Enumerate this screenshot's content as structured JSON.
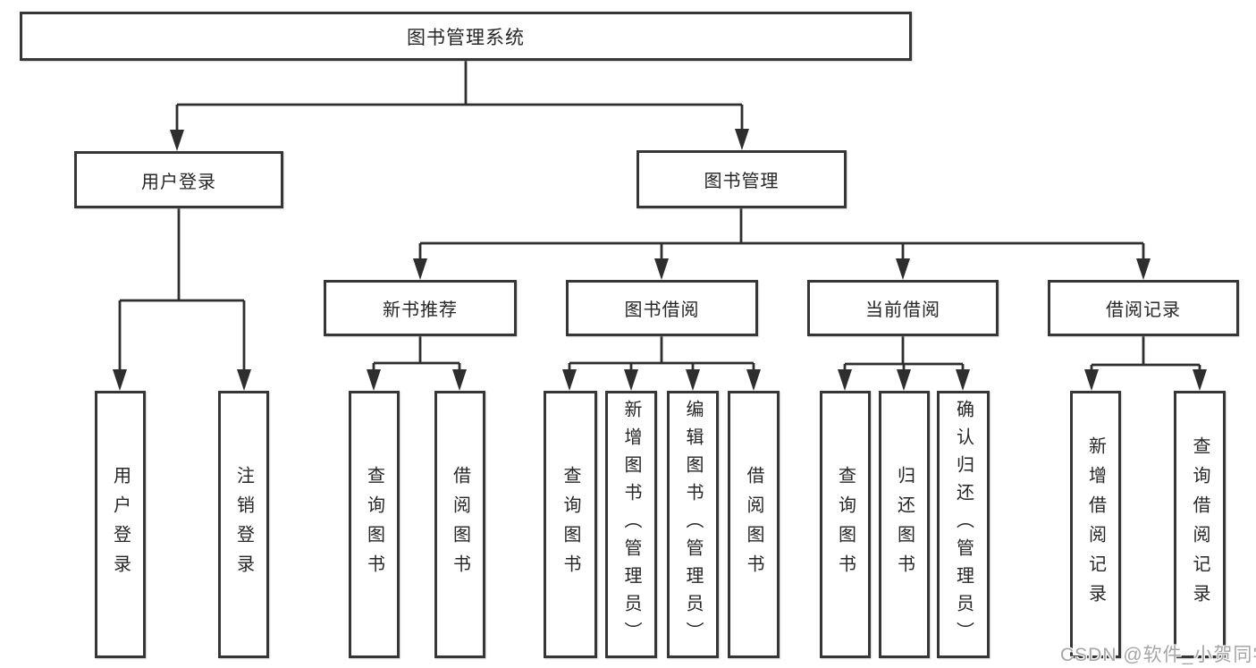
{
  "diagram": {
    "root": {
      "label": "图书管理系统"
    },
    "branches": [
      {
        "label": "用户登录",
        "children": [
          {
            "label": "用户登录"
          },
          {
            "label": "注销登录"
          }
        ]
      },
      {
        "label": "图书管理",
        "children": [
          {
            "label": "新书推荐",
            "children": [
              {
                "label": "查询图书"
              },
              {
                "label": "借阅图书"
              }
            ]
          },
          {
            "label": "图书借阅",
            "children": [
              {
                "label": "查询图书"
              },
              {
                "label": "新增图书（管理员）"
              },
              {
                "label": "编辑图书（管理员）"
              },
              {
                "label": "借阅图书"
              }
            ]
          },
          {
            "label": "当前借阅",
            "children": [
              {
                "label": "查询图书"
              },
              {
                "label": "归还图书"
              },
              {
                "label": "确认归还（管理员）"
              }
            ]
          },
          {
            "label": "借阅记录",
            "children": [
              {
                "label": "新增借阅记录"
              },
              {
                "label": "查询借阅记录"
              }
            ]
          }
        ]
      }
    ]
  },
  "watermark": {
    "text": "CSDN @软件_小贺同学"
  },
  "colors": {
    "line": "#2e2e2e",
    "box_border": "#363636",
    "text": "#262626",
    "watermark_text": "#a6a6a6"
  }
}
